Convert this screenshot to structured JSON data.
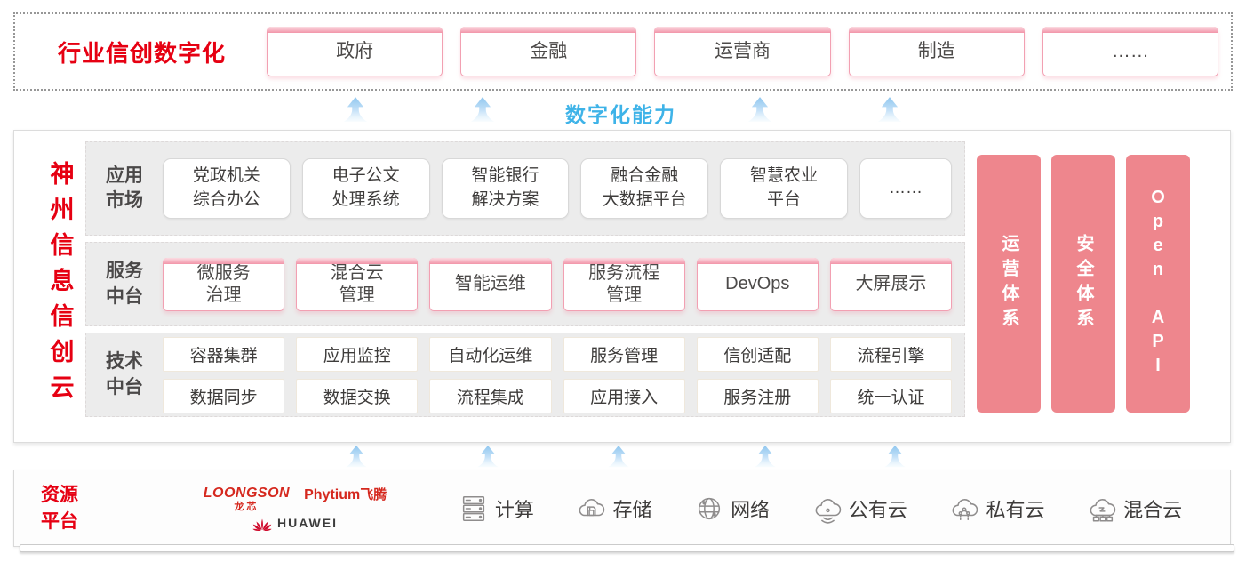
{
  "colors": {
    "brand_red": "#e60012",
    "pillar_pink": "#ee868d",
    "capability_blue": "#3eb3e8",
    "band_gray": "#ececec",
    "pink_box_border": "#f2a0b2",
    "vendor_red": "#d5281e"
  },
  "industry_banner": {
    "title": "行业信创数字化",
    "boxes": [
      "政府",
      "金融",
      "运营商",
      "制造",
      "……"
    ]
  },
  "capability_label": "数字化能力",
  "cloud_platform": {
    "title": "神州信息信创云",
    "sections": [
      {
        "label": "应用\n市场",
        "items": [
          "党政机关\n综合办公",
          "电子公文\n处理系统",
          "智能银行\n解决方案",
          "融合金融\n大数据平台",
          "智慧农业\n平台",
          "……"
        ]
      },
      {
        "label": "服务\n中台",
        "items": [
          "微服务\n治理",
          "混合云\n管理",
          "智能运维",
          "服务流程\n管理",
          "DevOps",
          "大屏展示"
        ]
      },
      {
        "label": "技术\n中台",
        "grid": [
          [
            "容器集群",
            "应用监控",
            "自动化运维",
            "服务管理",
            "信创适配",
            "流程引擎"
          ],
          [
            "数据同步",
            "数据交换",
            "流程集成",
            "应用接入",
            "服务注册",
            "统一认证"
          ]
        ]
      }
    ],
    "pillars": [
      "运营体系",
      "安全体系",
      "Open API"
    ]
  },
  "resource_platform": {
    "title": "资源\n平台",
    "vendors": [
      {
        "icon": "loongson-logo",
        "name": "LOONGSON",
        "sub": "龙芯"
      },
      {
        "icon": "phytium-logo",
        "name": "Phytium",
        "sub": "飞腾"
      },
      {
        "icon": "huawei-logo",
        "name": "HUAWEI"
      }
    ],
    "items": [
      {
        "icon": "compute-icon",
        "label": "计算"
      },
      {
        "icon": "storage-icon",
        "label": "存储"
      },
      {
        "icon": "network-icon",
        "label": "网络"
      },
      {
        "icon": "public-cloud-icon",
        "label": "公有云"
      },
      {
        "icon": "private-cloud-icon",
        "label": "私有云"
      },
      {
        "icon": "hybrid-cloud-icon",
        "label": "混合云"
      }
    ]
  }
}
